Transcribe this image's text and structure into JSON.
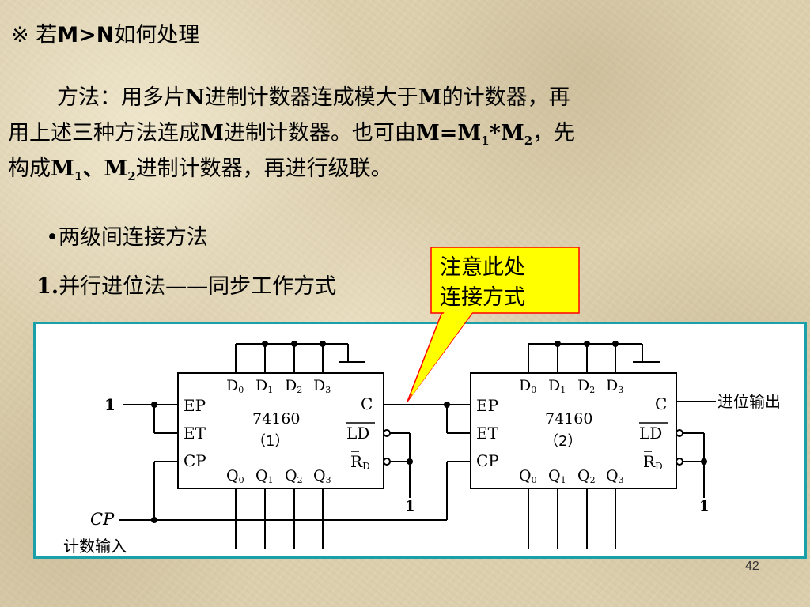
{
  "slide": {
    "title_prefix": "※ 若",
    "title_bold": "M>N",
    "title_suffix": "如何处理",
    "p1_a": "方法：用多片",
    "p1_b": "N",
    "p1_c": "进制计数器连成模大于",
    "p1_d": "M",
    "p1_e": "的计数器，再",
    "p2_a": "用上述三种方法连成",
    "p2_b": "M",
    "p2_c": "进制计数器。也可由",
    "p2_d": "M=M",
    "p2_sub1": "1",
    "p2_e": "*M",
    "p2_sub2": "2",
    "p2_f": "，先",
    "p3_a": "构成",
    "p3_b": "M",
    "p3_sub1": "1",
    "p3_c": "、M",
    "p3_sub2": "2",
    "p3_d": "进制计数器，再进行级联。",
    "bullet": "•两级间连接方法",
    "method_num": "1.",
    "method_text": "并行进位法——同步工作方式",
    "callout_line1": "注意此处",
    "callout_line2": "连接方式",
    "page_number": "42"
  },
  "circuit": {
    "input_1": "1",
    "cp_label": "CP",
    "count_input": "计数输入",
    "carry_out": "进位输出",
    "ep": "EP",
    "et": "ET",
    "cp": "CP",
    "c": "C",
    "ld": "LD",
    "rd": "R",
    "rd_sub": "D",
    "d0": "D",
    "d0s": "0",
    "d1": "D",
    "d1s": "1",
    "d2": "D",
    "d2s": "2",
    "d3": "D",
    "d3s": "3",
    "q0": "Q",
    "q0s": "0",
    "q1": "Q",
    "q1s": "1",
    "q2": "Q",
    "q2s": "2",
    "q3": "Q",
    "q3s": "3",
    "chip": "74160",
    "chip1_idx": "（1）",
    "chip2_idx": "（2）",
    "one_a": "1",
    "one_b": "1"
  },
  "colors": {
    "frame_border": "#1aa0a8",
    "callout_fill": "#ffff00",
    "callout_border": "#ff0000"
  }
}
